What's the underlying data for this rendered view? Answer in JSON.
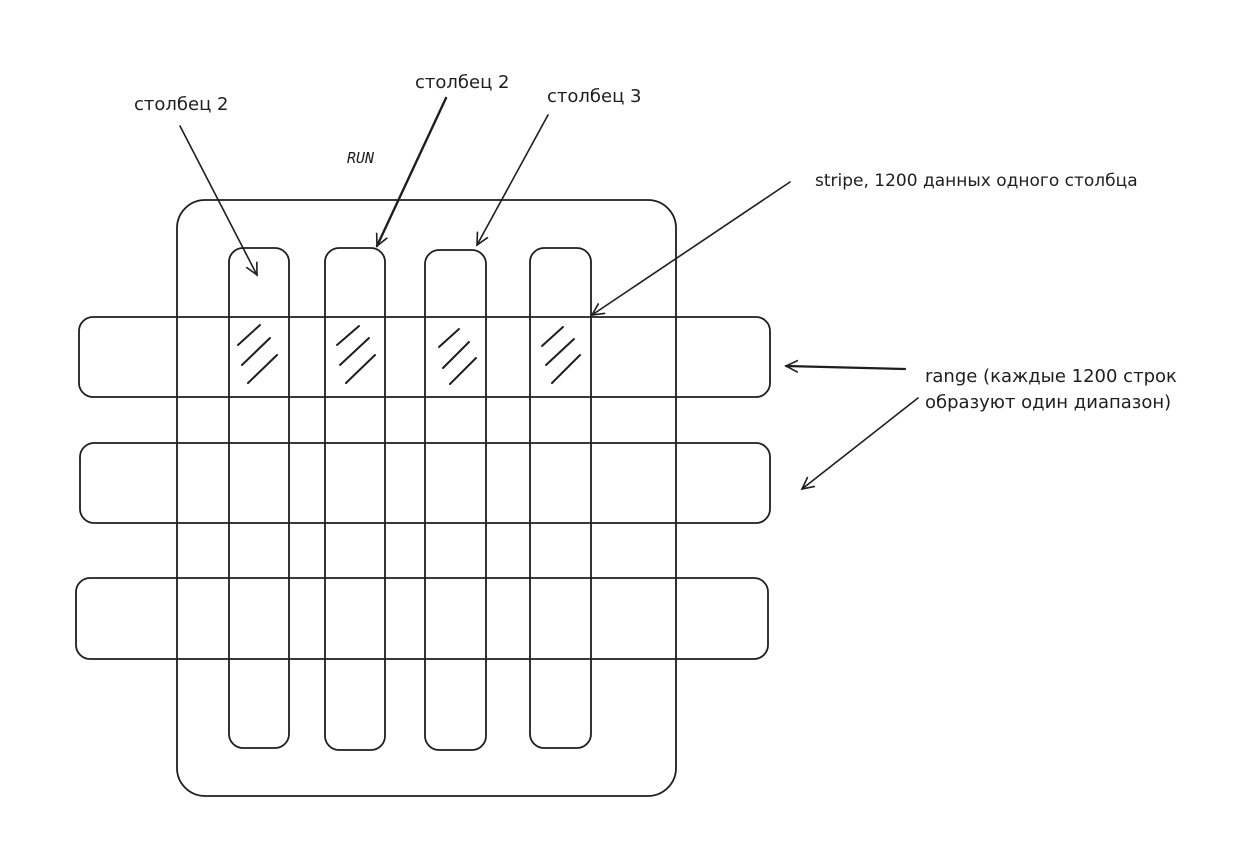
{
  "diagram": {
    "title_note": "RUN",
    "columns": [
      {
        "id": "col-1",
        "label": "столбец 2"
      },
      {
        "id": "col-2",
        "label": "столбец 2"
      },
      {
        "id": "col-3",
        "label": "столбец 3"
      },
      {
        "id": "col-4",
        "label": ""
      }
    ],
    "ranges": [
      {
        "id": "range-1"
      },
      {
        "id": "range-2"
      },
      {
        "id": "range-3"
      }
    ],
    "annotations": {
      "stripe": "stripe, 1200 данных одного столбца",
      "range_line1": "range (каждые 1200 строк",
      "range_line2": "образуют один диапазон)"
    },
    "stroke_color": "#1e1e1e",
    "background_color": "#ffffff"
  }
}
